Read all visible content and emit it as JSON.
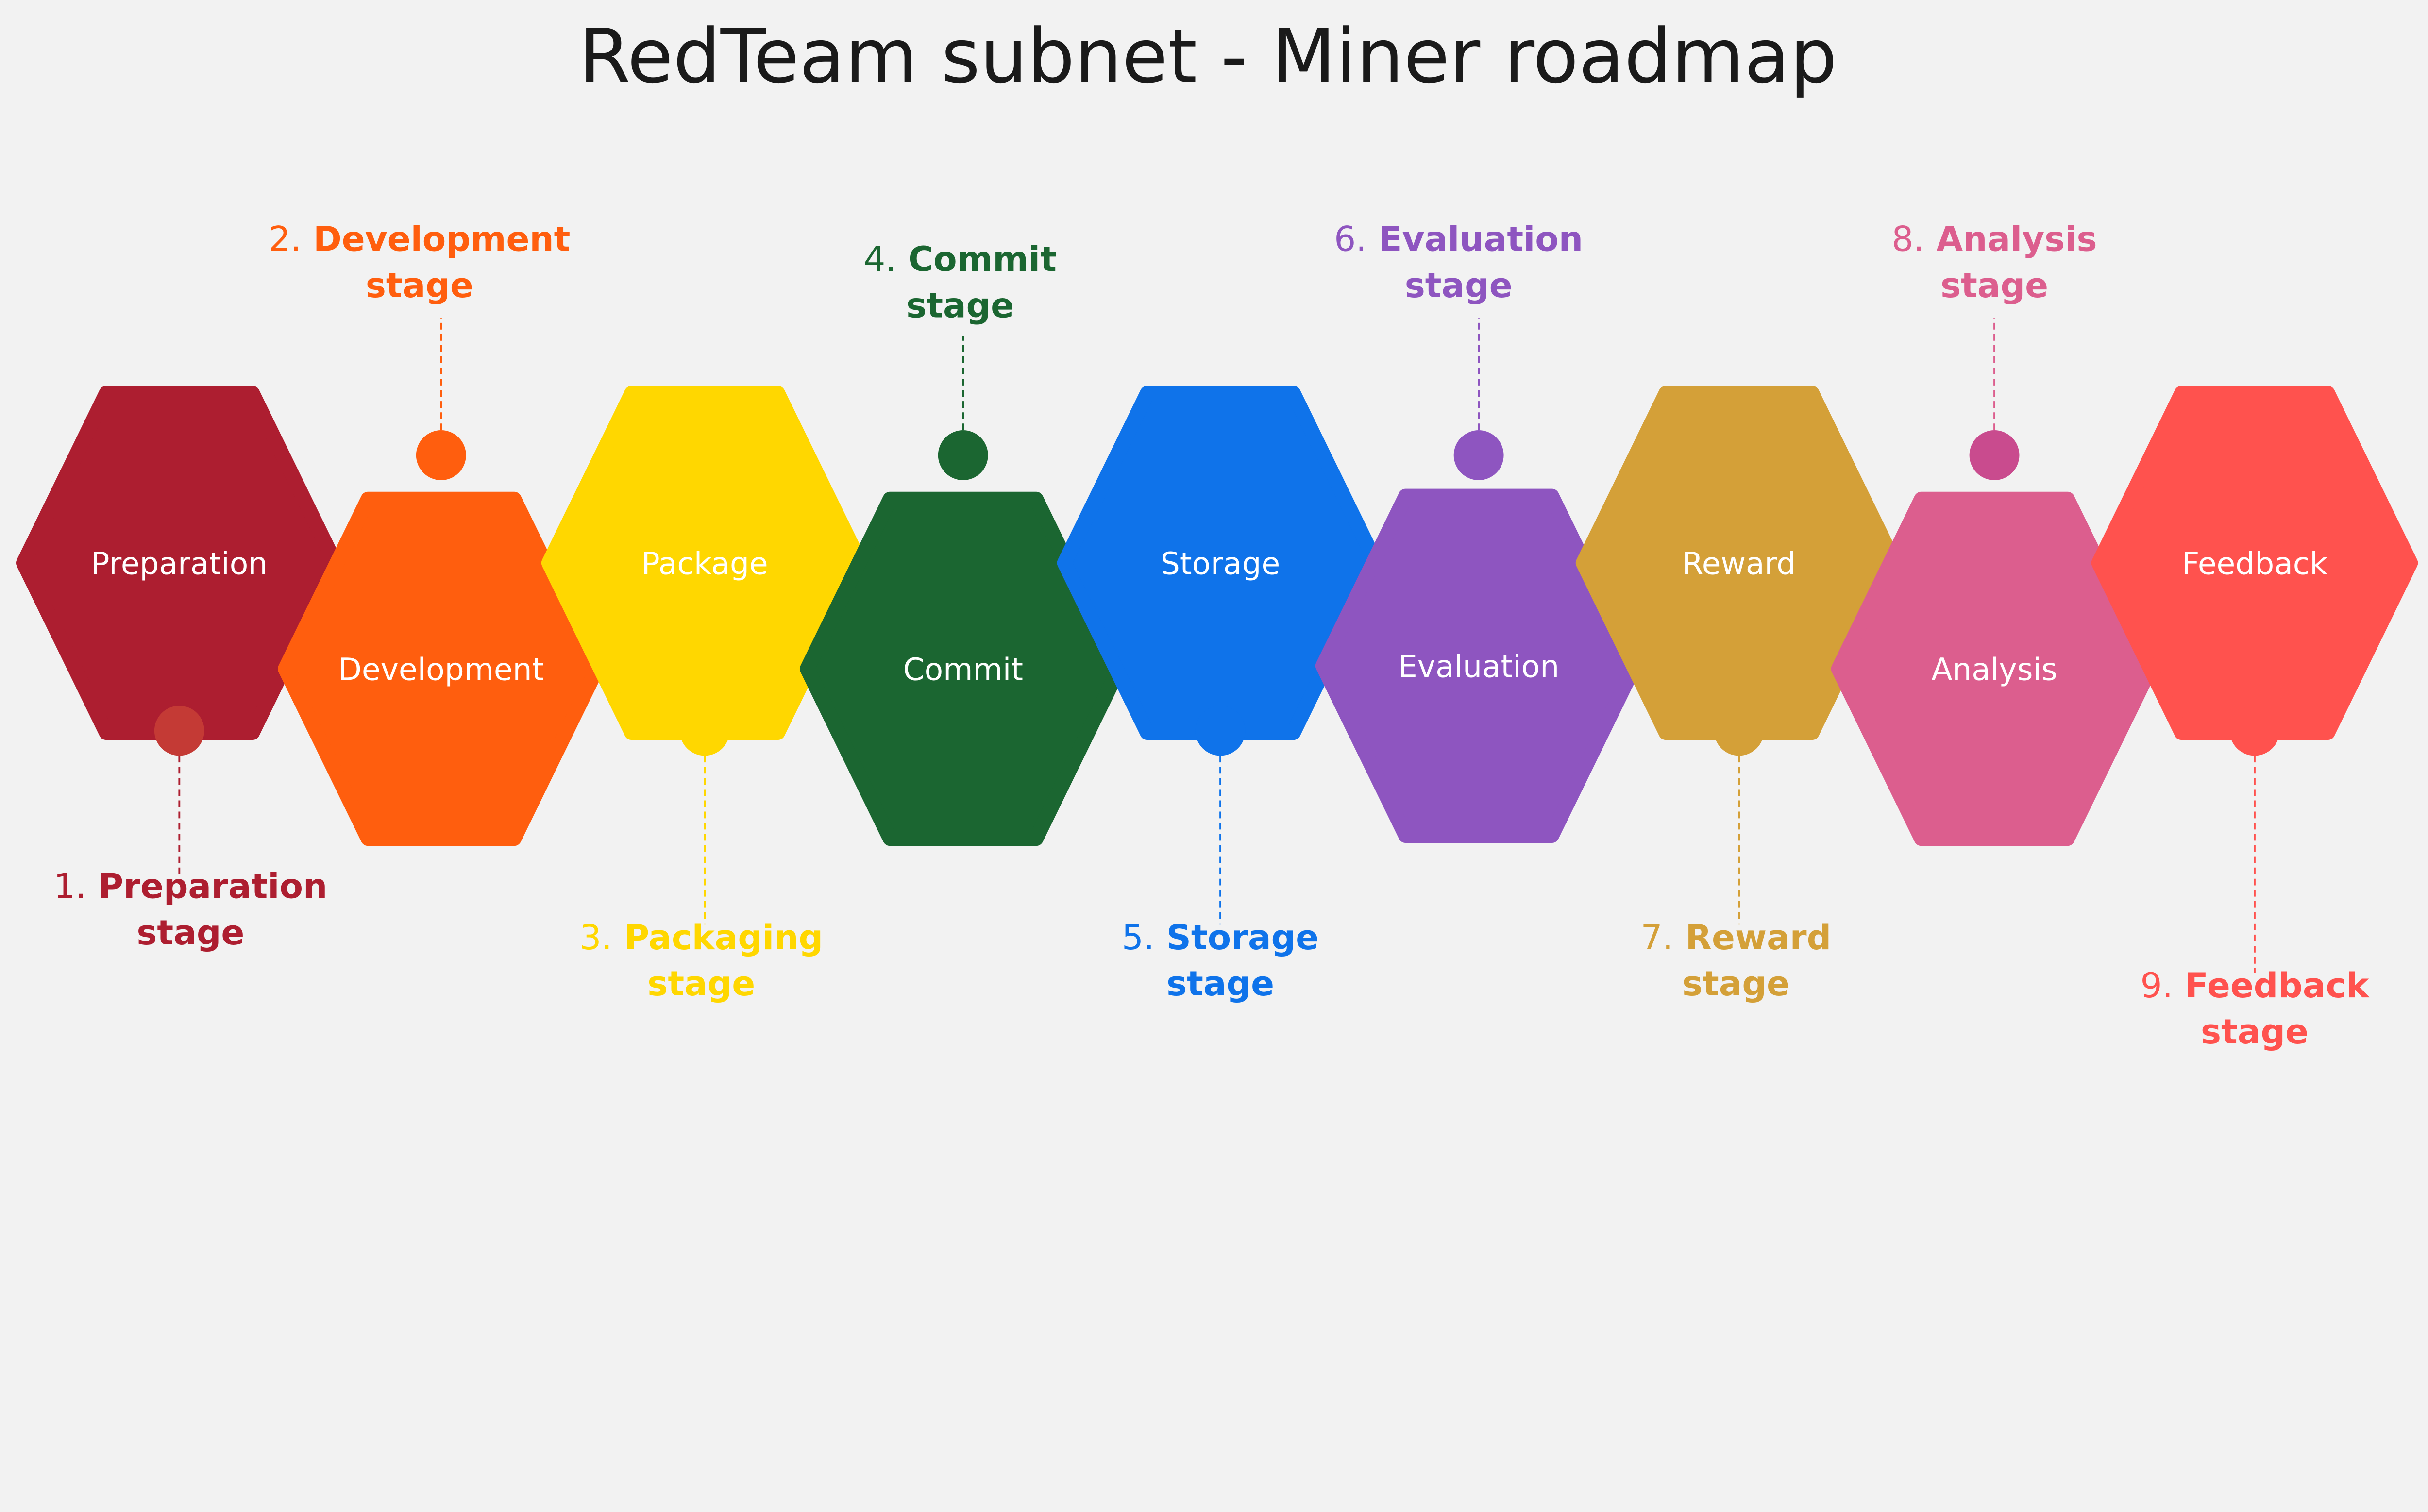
{
  "title": "RedTeam subnet - Miner roadmap",
  "stages": [
    {
      "hex_label": "Preparation",
      "number": "1.",
      "name_line1": "Preparation",
      "name_line2": "stage",
      "color": "#ad1e30",
      "dot_color": "#c43a35",
      "label_position": "below"
    },
    {
      "hex_label": "Development",
      "number": "2.",
      "name_line1": "Development",
      "name_line2": "stage",
      "color": "#ff5e0e",
      "dot_color": "#ff5e0e",
      "label_position": "above"
    },
    {
      "hex_label": "Package",
      "number": "3.",
      "name_line1": "Packaging",
      "name_line2": "stage",
      "color": "#ffd700",
      "dot_color": "#ffd700",
      "label_position": "below"
    },
    {
      "hex_label": "Commit",
      "number": "4.",
      "name_line1": "Commit",
      "name_line2": "stage",
      "color": "#1b6631",
      "dot_color": "#1b6631",
      "label_position": "above"
    },
    {
      "hex_label": "Storage",
      "number": "5.",
      "name_line1": "Storage",
      "name_line2": "stage",
      "color": "#0f73ea",
      "dot_color": "#0f73ea",
      "label_position": "below"
    },
    {
      "hex_label": "Evaluation",
      "number": "6.",
      "name_line1": "Evaluation",
      "name_line2": "stage",
      "color": "#8e55c0",
      "dot_color": "#8e55c0",
      "label_position": "above"
    },
    {
      "hex_label": "Reward",
      "number": "7.",
      "name_line1": "Reward",
      "name_line2": "stage",
      "color": "#d4a038",
      "dot_color": "#d4a038",
      "label_position": "below"
    },
    {
      "hex_label": "Analysis",
      "number": "8.",
      "name_line1": "Analysis",
      "name_line2": "stage",
      "color": "#dc5e8e",
      "dot_color": "#c94b8e",
      "label_position": "above"
    },
    {
      "hex_label": "Feedback",
      "number": "9.",
      "name_line1": "Feedback",
      "name_line2": "stage",
      "color": "#ff524e",
      "dot_color": "#ff524e",
      "label_position": "below"
    }
  ]
}
